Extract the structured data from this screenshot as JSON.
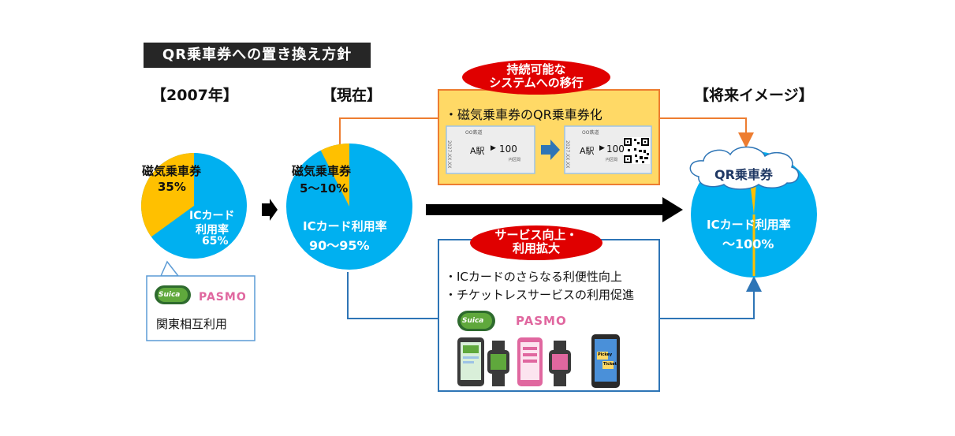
{
  "title": "QR乗車券への置き換え方針",
  "periods": {
    "p2007": "【2007年】",
    "now": "【現在】",
    "future": "【将来イメージ】"
  },
  "colors": {
    "ic": "#00B0F0",
    "magnetic": "#FFC000",
    "qr": "#FFC000",
    "orange_line": "#ED7D31",
    "blue_line": "#2E75B6",
    "red_badge": "#E00000"
  },
  "pie2007": {
    "mag_label": "磁気乗車券",
    "mag_pct": "35%",
    "ic_label1": "ICカード",
    "ic_label2": "利用率",
    "ic_pct": "65%"
  },
  "pieNow": {
    "mag_label": "磁気乗車券",
    "mag_pct": "5～10%",
    "ic_label": "ICカード利用率",
    "ic_pct": "90～95%"
  },
  "pieFuture": {
    "qr_label": "QR乗車券",
    "ic_label": "ICカード利用率",
    "ic_pct": "～100%"
  },
  "callout2007": {
    "suica": "Suica",
    "pasmo": "PASMO",
    "caption": "関東相互利用"
  },
  "sustain": {
    "badge_line1": "持続可能な",
    "badge_line2": "システムへの移行",
    "bullet": "・磁気乗車券のQR乗車券化",
    "ticket_old": {
      "header": "OO鉄道",
      "station": "A駅",
      "arrow": "▶",
      "fare": "100",
      "note": "円区間",
      "date": "2027.XX.XX"
    },
    "ticket_new": {
      "header": "OO鉄道",
      "station": "A駅",
      "arrow": "▶",
      "fare": "100",
      "note": "円区間",
      "date": "2027.XX.XX"
    }
  },
  "service": {
    "badge_line1": "サービス向上・",
    "badge_line2": "利用拡大",
    "bullet1": "・ICカードのさらなる利便性向上",
    "bullet2": "・チケットレスサービスの利用促進",
    "suica": "Suica",
    "pasmo": "PASMO",
    "phone_ticket1": "Pickey",
    "phone_ticket2": "Ticket"
  },
  "chart_data": [
    {
      "type": "pie",
      "title": "【2007年】",
      "slices": [
        {
          "name": "磁気乗車券",
          "value": 35
        },
        {
          "name": "ICカード利用率",
          "value": 65
        }
      ]
    },
    {
      "type": "pie",
      "title": "【現在】",
      "slices": [
        {
          "name": "磁気乗車券",
          "value": 7.5
        },
        {
          "name": "ICカード利用率",
          "value": 92.5
        }
      ]
    },
    {
      "type": "pie",
      "title": "【将来イメージ】",
      "slices": [
        {
          "name": "QR乗車券",
          "value": 3
        },
        {
          "name": "ICカード利用率",
          "value": 97
        }
      ]
    }
  ]
}
